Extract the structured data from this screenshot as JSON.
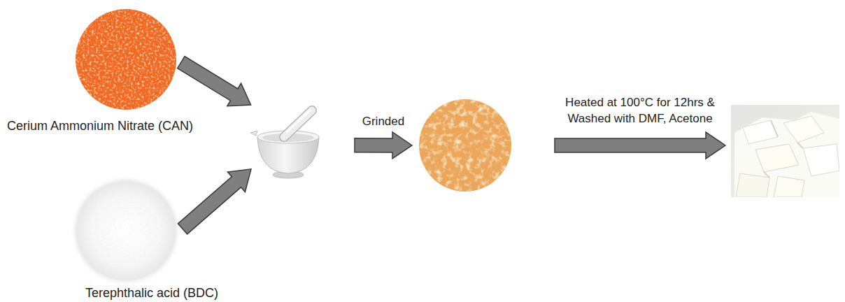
{
  "diagram": {
    "nodes": [
      {
        "text": [
          "Cerium Ammonium Nitrate (CAN)"
        ]
      },
      {
        "text": [
          "Terephthalic acid (BDC)"
        ]
      },
      {
        "text": []
      },
      {
        "text": []
      },
      {
        "text": []
      }
    ],
    "edges": [
      {
        "from": 0,
        "to": 2,
        "arrow": "to"
      },
      {
        "from": 1,
        "to": 2,
        "arrow": "to"
      },
      {
        "from": 2,
        "to": 3,
        "label": "Grinded",
        "arrow": "to"
      },
      {
        "from": 3,
        "to": 4,
        "label": "Heated at 100°C for 12hrs & Washed with DMF, Acetone",
        "arrow": "to"
      }
    ]
  }
}
